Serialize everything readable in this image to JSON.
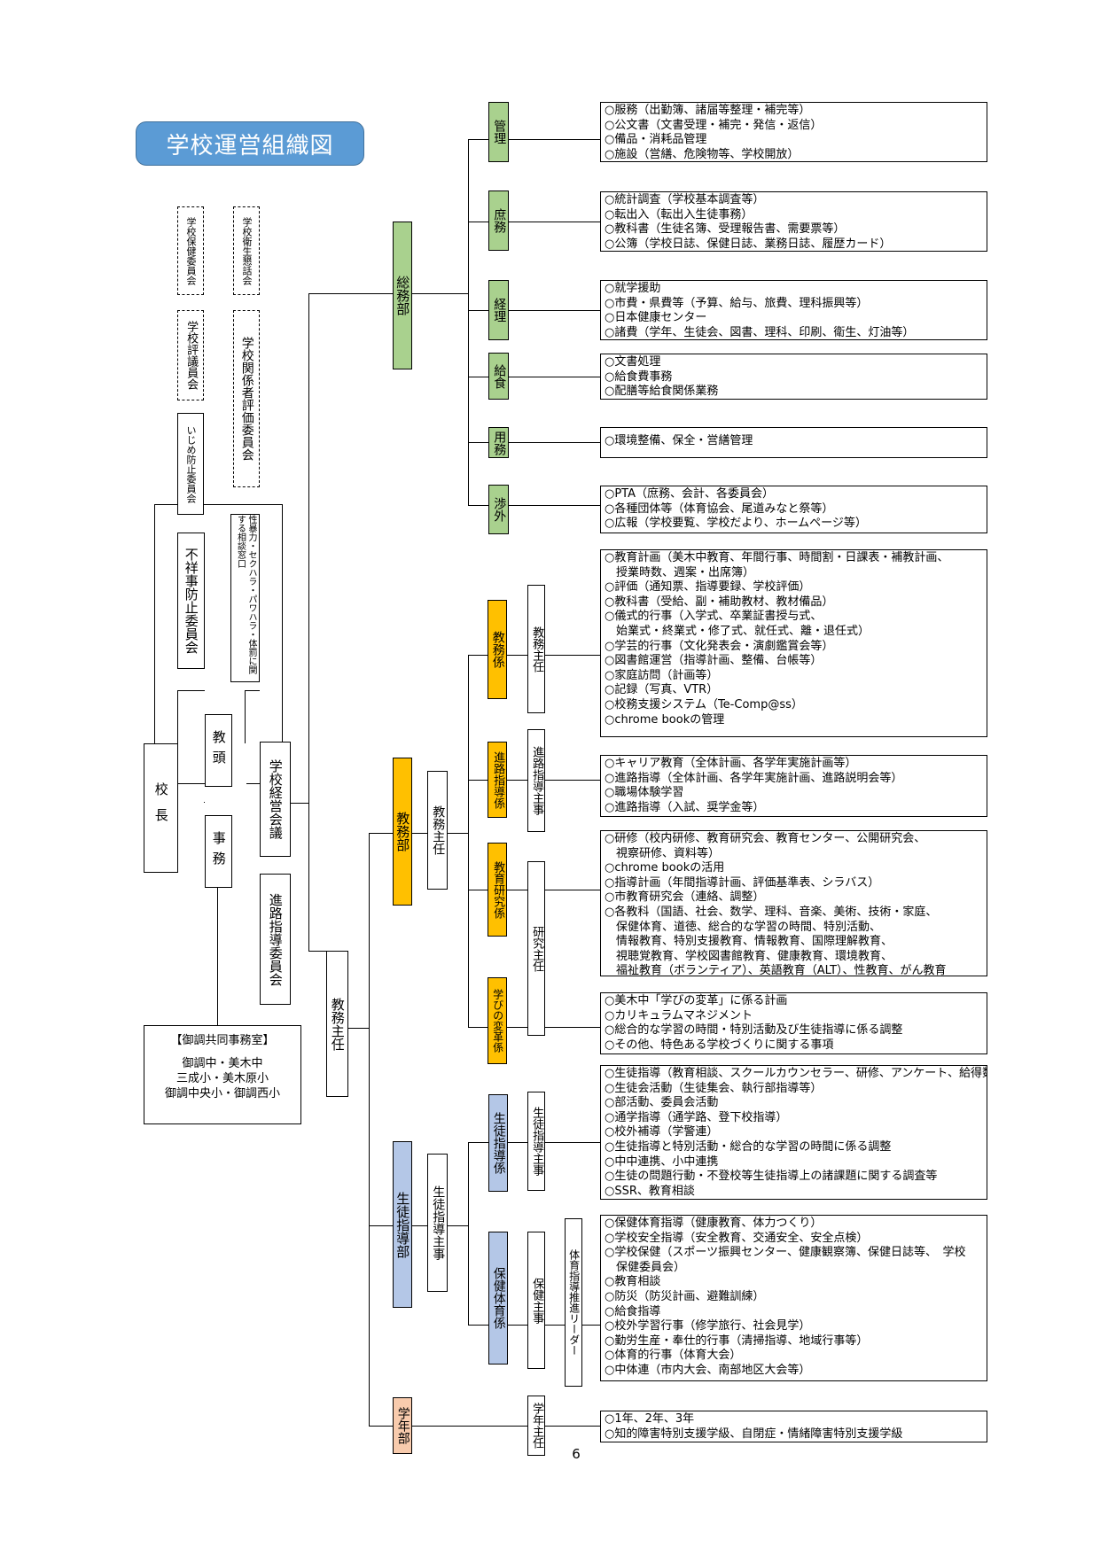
{
  "title": "学校運営組織図",
  "page_number": "6",
  "committees": {
    "hoken": "学校保健委員会",
    "eisei": "学校衛生懇話会",
    "hyogi": "学校評議員会",
    "kankeisha": "学校関係者評価委員会",
    "ijime": "いじめ防止委員会",
    "fushoji": "不祥事防止委員会",
    "soudan": "性暴力・セクハラ・パワハラ・体罰に関する相談窓口"
  },
  "core": {
    "kocho": "校長",
    "kyoto": "教頭",
    "jimu": "事務",
    "keiei": "学校経営会議",
    "shinro_iinkai": "進路指導委員会"
  },
  "office": {
    "title": "【御調共同事務室】",
    "lines": [
      "御調中・美木中",
      "三成小・美木原小",
      "御調中央小・御調西小"
    ]
  },
  "chief": "教務主任",
  "departments": {
    "somu": "総務部",
    "kyomu": "教務部",
    "seito": "生徒指導部",
    "gakunen": "学年部"
  },
  "somu_units": [
    {
      "label": "管理",
      "items": [
        "○服務（出勤簿、諸届等整理・補完等）",
        "○公文書（文書受理・補完・発信・返信）",
        "○備品・消耗品管理",
        "○施設（営繕、危険物等、学校開放）"
      ]
    },
    {
      "label": "庶務",
      "items": [
        "○統計調査（学校基本調査等）",
        "○転出入（転出入生徒事務）",
        "○教科書（生徒名簿、受理報告書、需要票等）",
        "○公簿（学校日誌、保健日誌、業務日誌、履歴カード）"
      ]
    },
    {
      "label": "経理",
      "items": [
        "○就学援助",
        "○市費・県費等（予算、給与、旅費、理科振興等）",
        "○日本健康センター",
        "○諸費（学年、生徒会、図書、理科、印刷、衛生、灯油等）"
      ]
    },
    {
      "label": "給食",
      "items": [
        "○文書処理",
        "○給食費事務",
        "○配膳等給食関係業務"
      ]
    },
    {
      "label": "用務",
      "items": [
        "○環境整備、保全・営繕管理"
      ]
    },
    {
      "label": "渉外",
      "items": [
        "○PTA（庶務、会計、各委員会）",
        "○各種団体等（体育協会、尾道みなと祭等）",
        "○広報（学校要覧、学校だより、ホームページ等）"
      ]
    }
  ],
  "kyomu_units": {
    "head": "教務主任",
    "kyomu": {
      "label": "教務係",
      "head": "教務主任",
      "items": [
        "○教育計画（美木中教育、年間行事、時間割・日課表・補教計画、",
        "　授業時数、週案・出席簿）",
        "○評価（通知票、指導要録、学校評価）",
        "○教科書（受給、副・補助教材、教材備品）",
        "○儀式的行事（入学式、卒業証書授与式、",
        "　始業式・終業式・修了式、就任式、離・退任式）",
        "○学芸的行事（文化発表会・演劇鑑賞会等）",
        "○図書館運営（指導計画、整備、台帳等）",
        "○家庭訪問（計画等）",
        "○記録（写真、VTR）",
        "○校務支援システム（Te-Comp@ss）",
        "○chrome bookの管理"
      ]
    },
    "shinro": {
      "label": "進路指導係",
      "head": "進路指導主事",
      "items": [
        "○キャリア教育（全体計画、各学年実施計画等）",
        "○進路指導（全体計画、各学年実施計画、進路説明会等）",
        "○職場体験学習",
        "○進路指導（入試、奨学金等）"
      ]
    },
    "kenkyu": {
      "label": "教育研究係",
      "head": "研究主任",
      "items": [
        "○研修（校内研修、教育研究会、教育センター、公開研究会、",
        "　視察研修、資料等）",
        "○chrome bookの活用",
        "○指導計画（年間指導計画、評価基準表、シラバス）",
        "○市教育研究会（連絡、調整）",
        "○各教科（国語、社会、数学、理科、音楽、美術、技術・家庭、",
        "　保健体育、道徳、総合的な学習の時間、特別活動、",
        "　情報教育、特別支援教育、情報教育、国際理解教育、",
        "　視聴覚教育、学校図書館教育、健康教育、環境教育、",
        "　福祉教育（ボランティア）、英語教育（ALT）、性教育、がん教育"
      ]
    },
    "manabi": {
      "label": "学びの変革係",
      "items": [
        "○美木中「学びの変革」に係る計画",
        "○カリキュラムマネジメント",
        "○総合的な学習の時間・特別活動及び生徒指導に係る調整",
        "○その他、特色ある学校づくりに関する事項"
      ]
    }
  },
  "seito_units": {
    "head": "生徒指導主事",
    "seito": {
      "label": "生徒指導係",
      "head": "生徒指導主事",
      "items": [
        "○生徒指導（教育相談、スクールカウンセラー、研修、アンケート、給得数",
        "○生徒会活動（生徒集会、執行部指導等）",
        "○部活動、委員会活動",
        "○通学指導（通学路、登下校指導）",
        "○校外補導（学警連）",
        "○生徒指導と特別活動・総合的な学習の時間に係る調整",
        "○中中連携、小中連携",
        "○生徒の問題行動・不登校等生徒指導上の諸課題に関する調査等",
        "○SSR、教育相談"
      ]
    },
    "hoken": {
      "label": "保健体育係",
      "head": "保健主事",
      "leader": "体育指導推進リーダー",
      "items": [
        "○保健体育指導（健康教育、体力つくり）",
        "○学校安全指導（安全教育、交通安全、安全点検）",
        "○学校保健（スポーツ振興センター、健康観察簿、保健日誌等、　学校",
        "　保健委員会）",
        "○教育相談",
        "○防災（防災計画、避難訓練）",
        "○給食指導",
        "○校外学習行事（修学旅行、社会見学）",
        "○勤労生産・奉仕的行事（清掃指導、地域行事等）",
        "○体育的行事（体育大会）",
        "○中体連（市内大会、南部地区大会等）"
      ]
    }
  },
  "gakunen_units": {
    "head": "学年主任",
    "items": [
      "○1年、2年、3年",
      "○知的障害特別支援学級、自閉症・情緒障害特別支援学級"
    ]
  },
  "colors": {
    "title_bg": "#5b9bd5",
    "somu": "#a9d18e",
    "kyomu": "#ffc000",
    "seito": "#b4c7e7",
    "gakunen": "#f8cbad"
  }
}
